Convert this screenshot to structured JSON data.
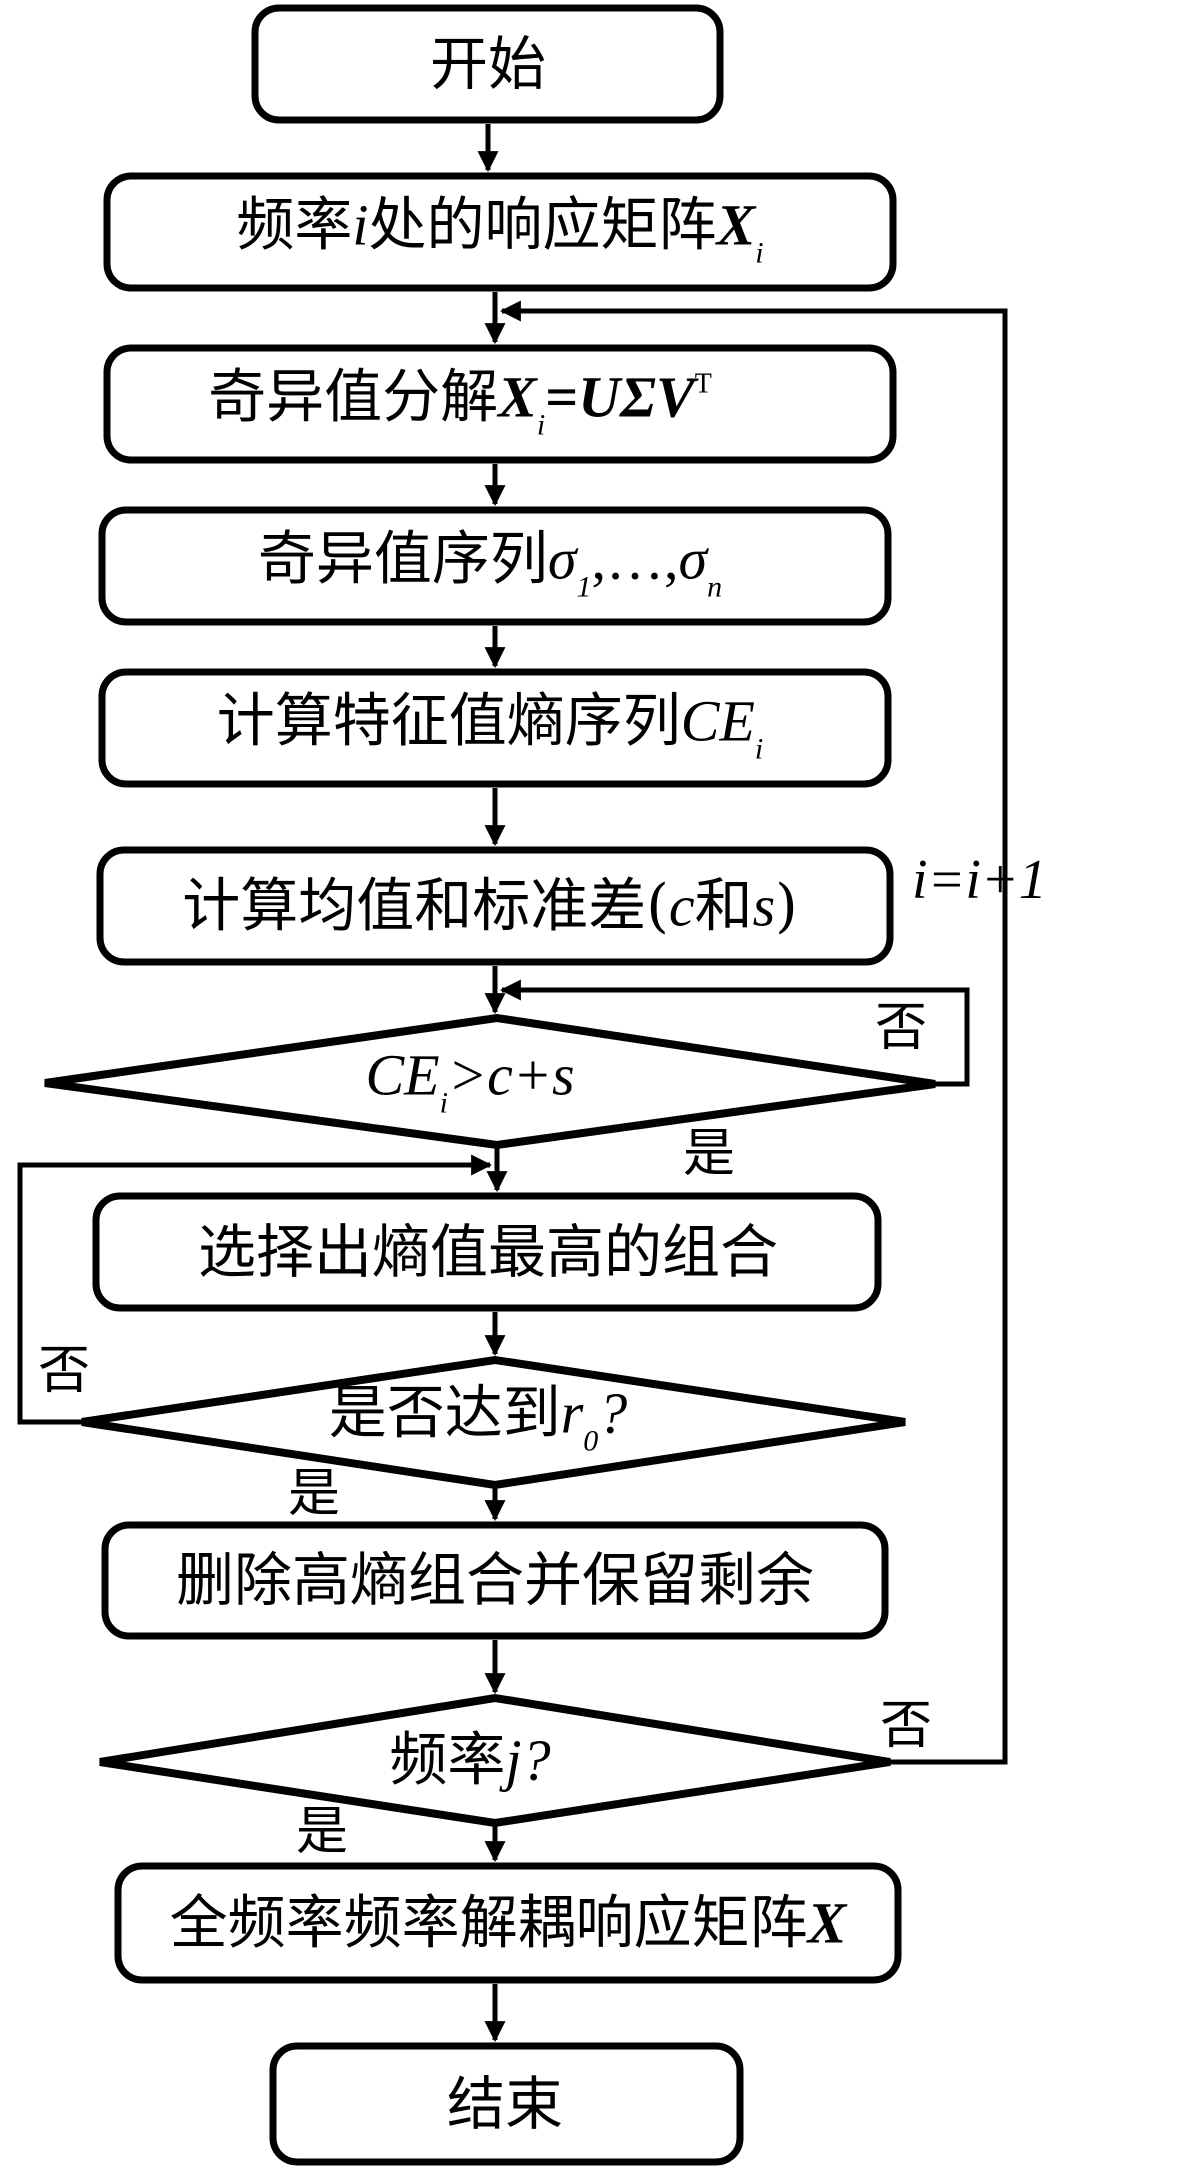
{
  "diagram": {
    "type": "flowchart",
    "nodes": [
      {
        "id": "start",
        "shape": "terminal",
        "text": "开始"
      },
      {
        "id": "response_matrix",
        "shape": "process",
        "text_cn": "频率",
        "var": "i",
        "text_cn2": "处的响应矩阵",
        "matrix": "X",
        "sub": "i"
      },
      {
        "id": "svd",
        "shape": "process",
        "text_cn": "奇异值分解",
        "matrix": "X",
        "sub": "i",
        "eq": "=",
        "rhs": "UΣV",
        "sup": "T"
      },
      {
        "id": "singular_values",
        "shape": "process",
        "text_cn": "奇异值序列",
        "sigma1": "σ",
        "sub1": "1",
        "dots": ",…,",
        "sigman": "σ",
        "subn": "n"
      },
      {
        "id": "entropy_seq",
        "shape": "process",
        "text_cn": "计算特征值熵序列",
        "var": "CE",
        "sub": "i"
      },
      {
        "id": "mean_std",
        "shape": "process",
        "text_cn": "计算均值和标准差(",
        "c": "c",
        "he": "和",
        "s": "s",
        "close": ")"
      },
      {
        "id": "decision_threshold",
        "shape": "decision",
        "lhs": "CE",
        "sub": "i",
        "rhs": ">c+s"
      },
      {
        "id": "select_max",
        "shape": "process",
        "text": "选择出熵值最高的组合"
      },
      {
        "id": "decision_r0",
        "shape": "decision",
        "text_cn": "是否达到",
        "var": "r",
        "sub": "0",
        "q": "?"
      },
      {
        "id": "delete_high",
        "shape": "process",
        "text": "删除高熵组合并保留剩余"
      },
      {
        "id": "decision_freq",
        "shape": "decision",
        "text_cn": "频率",
        "var": "j",
        "q": "?"
      },
      {
        "id": "full_matrix",
        "shape": "process",
        "text_cn": "全频率频率解耦响应矩阵",
        "matrix": "X"
      },
      {
        "id": "end",
        "shape": "terminal",
        "text": "结束"
      }
    ],
    "edge_labels": {
      "yes": "是",
      "no": "否",
      "increment": "i=i+1"
    },
    "edges": [
      {
        "from": "start",
        "to": "response_matrix"
      },
      {
        "from": "response_matrix",
        "to": "svd"
      },
      {
        "from": "svd",
        "to": "singular_values"
      },
      {
        "from": "singular_values",
        "to": "entropy_seq"
      },
      {
        "from": "entropy_seq",
        "to": "mean_std"
      },
      {
        "from": "mean_std",
        "to": "decision_threshold"
      },
      {
        "from": "decision_threshold",
        "to": "decision_threshold",
        "label": "否"
      },
      {
        "from": "decision_threshold",
        "to": "select_max",
        "label": "是"
      },
      {
        "from": "select_max",
        "to": "decision_r0"
      },
      {
        "from": "decision_r0",
        "to": "select_max",
        "label": "否"
      },
      {
        "from": "decision_r0",
        "to": "delete_high",
        "label": "是"
      },
      {
        "from": "delete_high",
        "to": "decision_freq"
      },
      {
        "from": "decision_freq",
        "to": "svd",
        "label": "否",
        "note": "i=i+1"
      },
      {
        "from": "decision_freq",
        "to": "full_matrix",
        "label": "是"
      },
      {
        "from": "full_matrix",
        "to": "end"
      }
    ]
  }
}
